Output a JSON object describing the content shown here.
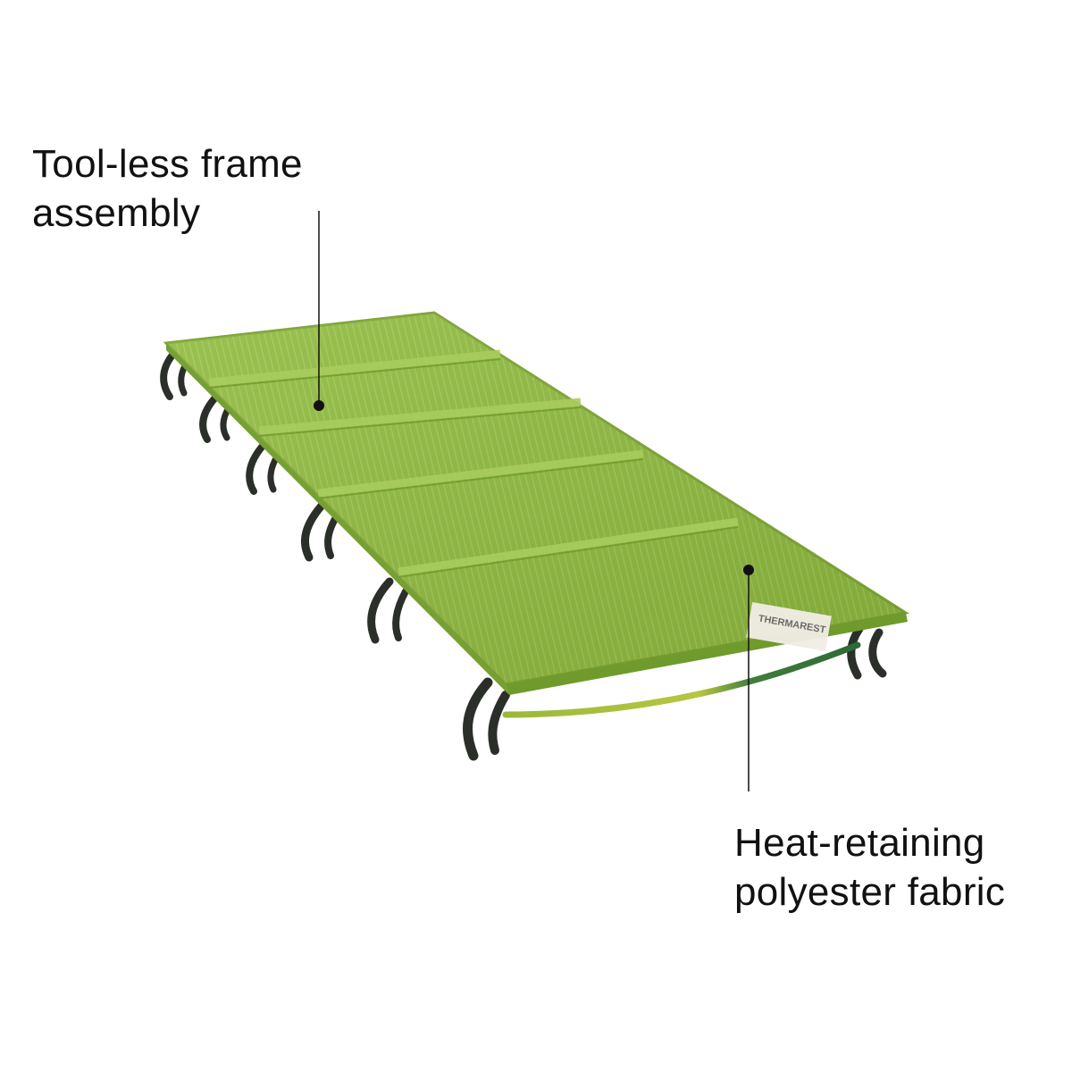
{
  "callouts": {
    "frame": {
      "line1": "Tool-less frame",
      "line2": "assembly"
    },
    "fabric": {
      "line1": "Heat-retaining",
      "line2": "polyester fabric"
    }
  },
  "product": {
    "brand_mark": "THERMAREST",
    "panel_count": 5,
    "leg_pairs_visible": 7
  },
  "colors": {
    "background": "#ffffff",
    "text": "#111111",
    "fabric_light": "#9dc24a",
    "fabric_mid": "#86b23a",
    "fabric_dark": "#6f9a2c",
    "leg": "#2b2f2a",
    "leader_line": "#111111"
  }
}
